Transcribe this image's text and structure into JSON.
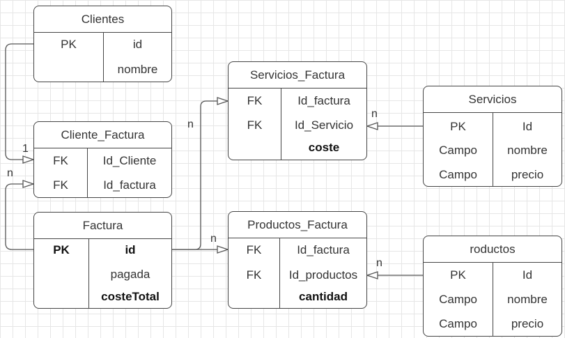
{
  "entities": {
    "clientes": {
      "title": "Clientes",
      "rows": [
        {
          "key": "PK",
          "field": "id"
        },
        {
          "key": "",
          "field": "nombre"
        }
      ]
    },
    "cliente_factura": {
      "title": "Cliente_Factura",
      "rows": [
        {
          "key": "FK",
          "field": "Id_Cliente"
        },
        {
          "key": "FK",
          "field": "Id_factura"
        }
      ]
    },
    "factura": {
      "title": "Factura",
      "rows": [
        {
          "key": "PK",
          "field": "id"
        },
        {
          "key": "",
          "field": "pagada"
        },
        {
          "key": "",
          "field": "costeTotal"
        }
      ]
    },
    "servicios_factura": {
      "title": "Servicios_Factura",
      "rows": [
        {
          "key": "FK",
          "field": "Id_factura"
        },
        {
          "key": "FK",
          "field": "Id_Servicio"
        },
        {
          "key": "",
          "field": "coste"
        }
      ]
    },
    "productos_factura": {
      "title": "Productos_Factura",
      "rows": [
        {
          "key": "FK",
          "field": "Id_factura"
        },
        {
          "key": "FK",
          "field": "Id_productos"
        },
        {
          "key": "",
          "field": "cantidad"
        }
      ]
    },
    "servicios": {
      "title": "Servicios",
      "rows": [
        {
          "key": "PK",
          "field": "Id"
        },
        {
          "key": "Campo",
          "field": "nombre"
        },
        {
          "key": "Campo",
          "field": "precio"
        }
      ]
    },
    "productos": {
      "title": "roductos",
      "rows": [
        {
          "key": "PK",
          "field": "Id"
        },
        {
          "key": "Campo",
          "field": "nombre"
        },
        {
          "key": "Campo",
          "field": "precio"
        }
      ]
    }
  },
  "cardinalities": {
    "clientes_to_cliente_factura": "1",
    "factura_to_cliente_factura": "n",
    "factura_to_servicios_factura": "n",
    "factura_to_productos_factura": "n",
    "servicios_to_servicios_factura": "n",
    "productos_to_productos_factura": "n"
  },
  "colors": {
    "border": "#444444",
    "line": "#444444",
    "grid": "#e6e6e6",
    "text": "#333333"
  }
}
